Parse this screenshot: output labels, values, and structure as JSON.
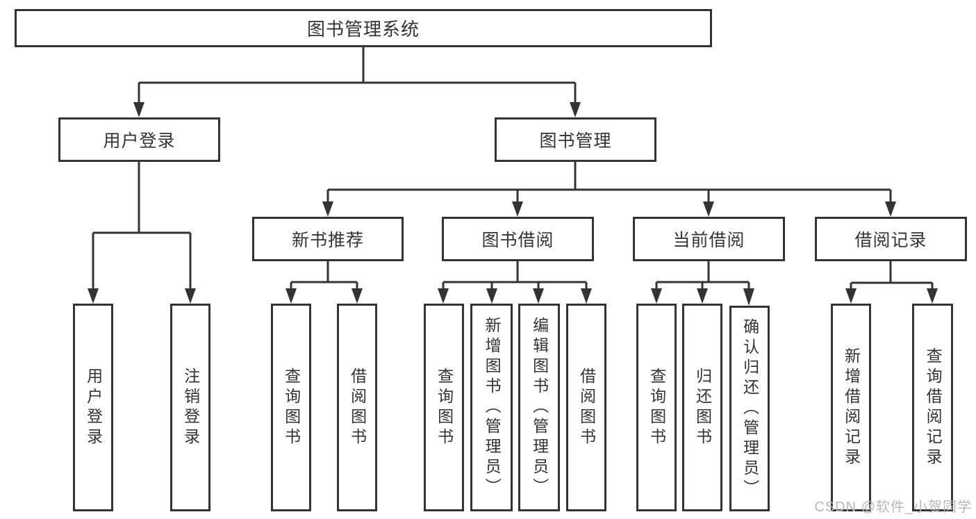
{
  "tree": {
    "root": "图书管理系统",
    "branches": [
      {
        "label": "用户登录",
        "children": [
          {
            "label": "用户登录"
          },
          {
            "label": "注销登录"
          }
        ]
      },
      {
        "label": "图书管理",
        "children": [
          {
            "label": "新书推荐",
            "children": [
              {
                "label": "查询图书"
              },
              {
                "label": "借阅图书"
              }
            ]
          },
          {
            "label": "图书借阅",
            "children": [
              {
                "label": "查询图书"
              },
              {
                "label": "新增图书（管理员）"
              },
              {
                "label": "编辑图书（管理员）"
              },
              {
                "label": "借阅图书"
              }
            ]
          },
          {
            "label": "当前借阅",
            "children": [
              {
                "label": "查询图书"
              },
              {
                "label": "归还图书"
              },
              {
                "label": "确认归还（管理员）"
              }
            ]
          },
          {
            "label": "借阅记录",
            "children": [
              {
                "label": "新增借阅记录"
              },
              {
                "label": "查询借阅记录"
              }
            ]
          }
        ]
      }
    ]
  },
  "watermark": {
    "text": "CSDN @软件_小贺同学"
  },
  "colors": {
    "line": "#333333",
    "text": "#333333",
    "box_background": "#ffffff",
    "watermark_text": "#b4b8bd",
    "background": "#ffffff"
  }
}
